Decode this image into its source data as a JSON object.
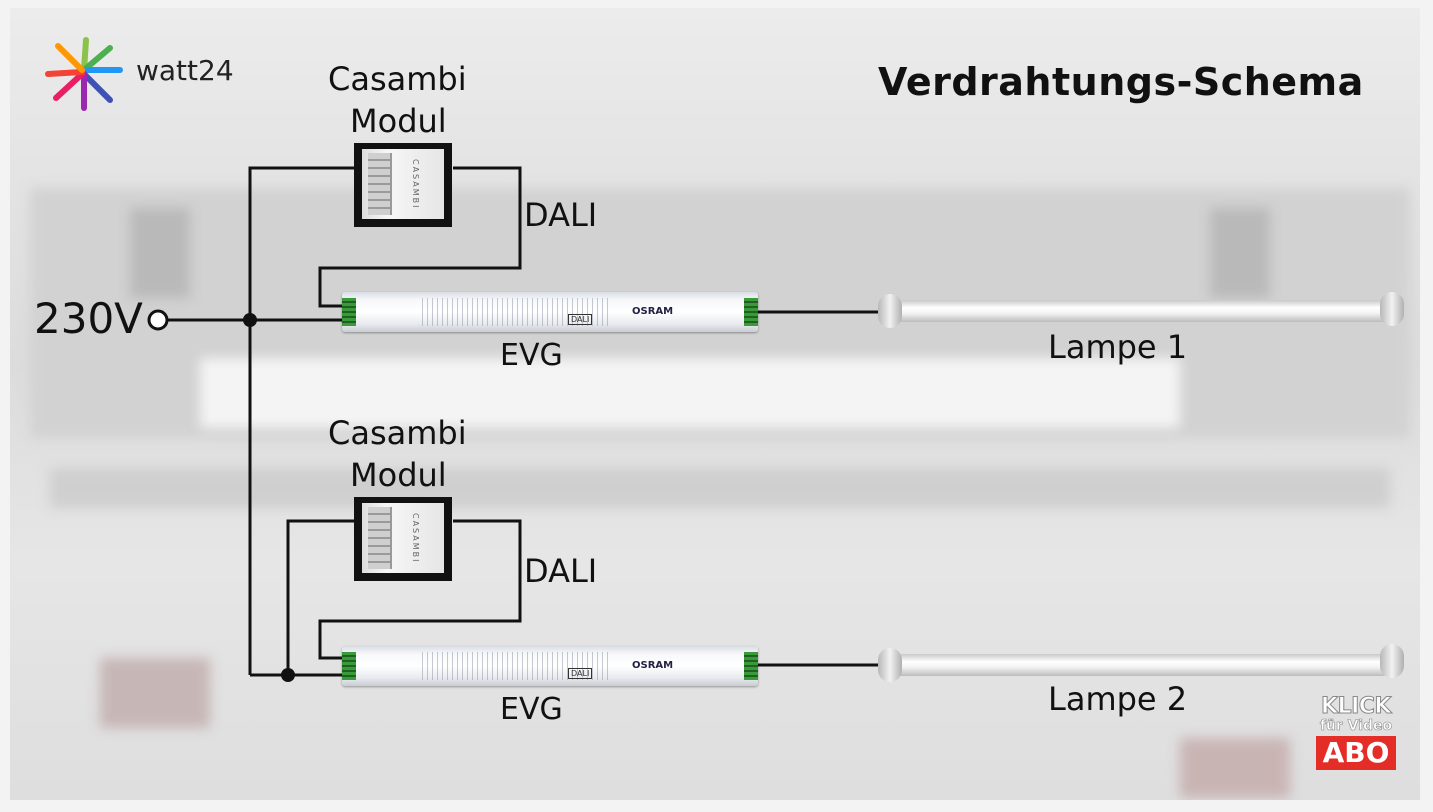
{
  "title": "Verdrahtungs-Schema",
  "logo": {
    "text": "watt24",
    "icon": "starburst-logo-icon"
  },
  "supply": {
    "label": "230V"
  },
  "circuits": [
    {
      "module_label_1": "Casambi",
      "module_label_2": "Modul",
      "module_brand": "CASAMBI",
      "dali_label": "DALI",
      "evg_label": "EVG",
      "lamp_label": "Lampe 1"
    },
    {
      "module_label_1": "Casambi",
      "module_label_2": "Modul",
      "module_brand": "CASAMBI",
      "dali_label": "DALI",
      "evg_label": "EVG",
      "lamp_label": "Lampe 2"
    }
  ],
  "evg_device": {
    "brand": "OSRAM",
    "dali_mark": "DALI"
  },
  "subscribe": {
    "line1": "KLICK",
    "line2": "für Video",
    "button": "ABO"
  },
  "colors": {
    "wire": "#111111",
    "abo_red": "#e52d27",
    "terminal_green": "#3a9a3a"
  }
}
